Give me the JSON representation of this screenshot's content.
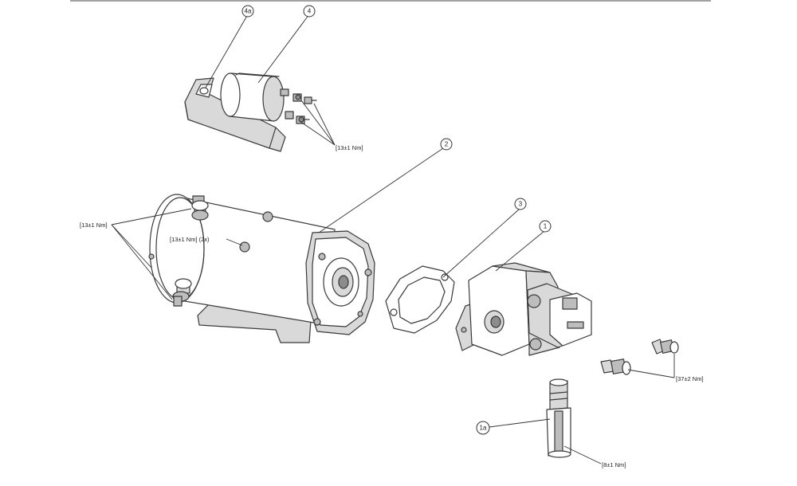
{
  "callouts": {
    "c1": "1",
    "c1a": "1a",
    "c2": "2",
    "c3": "3",
    "c4": "4",
    "c4a": "4a"
  },
  "torques": {
    "solenoid_terminals": "[13±1 Nm]",
    "motor_terminals": "[13±1 Nm]",
    "motor_bolts": "[13±1 Nm] (2x)",
    "fittings": "[37±2 Nm]",
    "valve_cartridge": "[8±1 Nm]"
  }
}
